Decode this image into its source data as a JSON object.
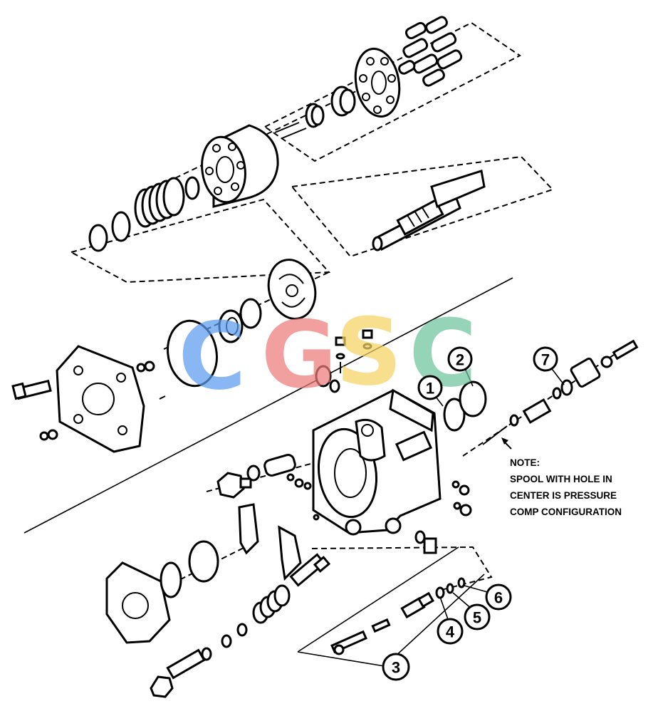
{
  "diagram": {
    "callouts": [
      {
        "id": "c1",
        "label": "1"
      },
      {
        "id": "c2",
        "label": "2"
      },
      {
        "id": "c3",
        "label": "3"
      },
      {
        "id": "c4",
        "label": "4"
      },
      {
        "id": "c5",
        "label": "5"
      },
      {
        "id": "c6",
        "label": "6"
      },
      {
        "id": "c7",
        "label": "7"
      }
    ],
    "note": {
      "lines": [
        "NOTE:",
        "SPOOL WITH HOLE IN",
        "CENTER IS PRESSURE",
        "COMP CONFIGURATION"
      ]
    }
  },
  "watermark": {
    "letters": [
      "C",
      "G",
      "S",
      "C"
    ],
    "colors": [
      "#5b9cf0",
      "#ee7b7b",
      "#f6d463",
      "#6fc49e"
    ]
  }
}
